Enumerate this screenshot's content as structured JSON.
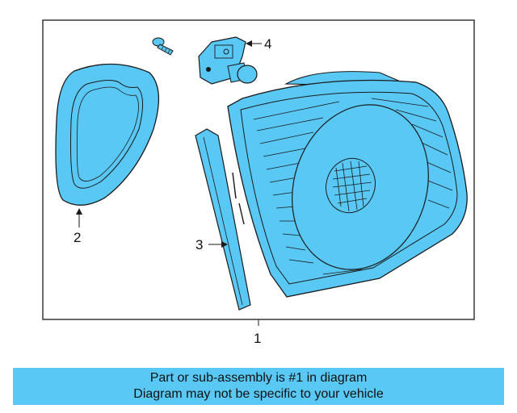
{
  "colors": {
    "part_fill": "#5ac8f5",
    "line": "#1a1a1a",
    "banner_bg": "#5ac8f5"
  },
  "callouts": {
    "part1": "1",
    "part2": "2",
    "part3": "3",
    "part4": "4"
  },
  "banner": {
    "line1": "Part or sub-assembly is #1 in diagram",
    "line2": "Diagram may not be specific to your vehicle"
  }
}
